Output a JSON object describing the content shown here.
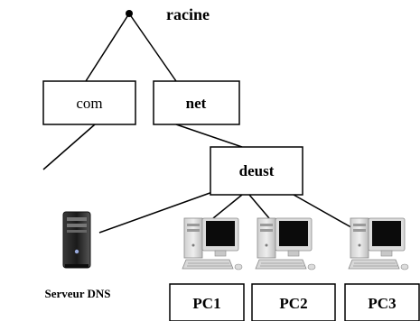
{
  "diagram": {
    "root": {
      "label": "racine"
    },
    "nodes": {
      "com": "com",
      "net": "net",
      "deust": "deust"
    },
    "server": {
      "label": "Serveur DNS",
      "icon": "server-tower-icon"
    },
    "computers": [
      {
        "label": "PC1",
        "icon": "desktop-computer-icon"
      },
      {
        "label": "PC2",
        "icon": "desktop-computer-icon"
      },
      {
        "label": "PC3",
        "icon": "desktop-computer-icon"
      }
    ],
    "colors": {
      "line": "#000000",
      "box_fill": "#ffffff"
    }
  }
}
